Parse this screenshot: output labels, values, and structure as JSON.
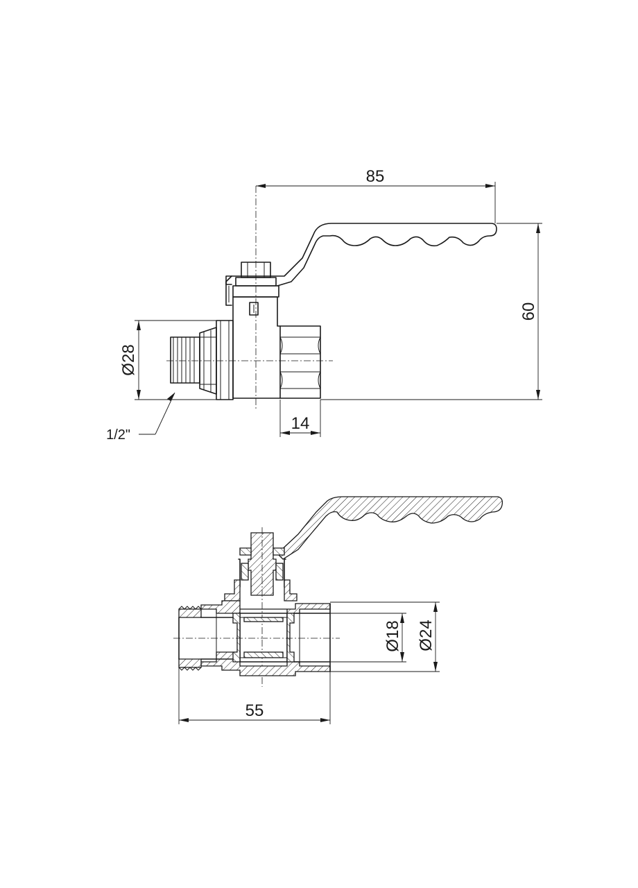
{
  "dimensions": {
    "handle_reach": "85",
    "overall_height": "60",
    "body_diameter": "Ø28",
    "thread_size": "1/2\"",
    "female_end_length": "14",
    "bore_diameter": "Ø18",
    "inner_thread_diameter": "Ø24",
    "overall_length": "55"
  }
}
